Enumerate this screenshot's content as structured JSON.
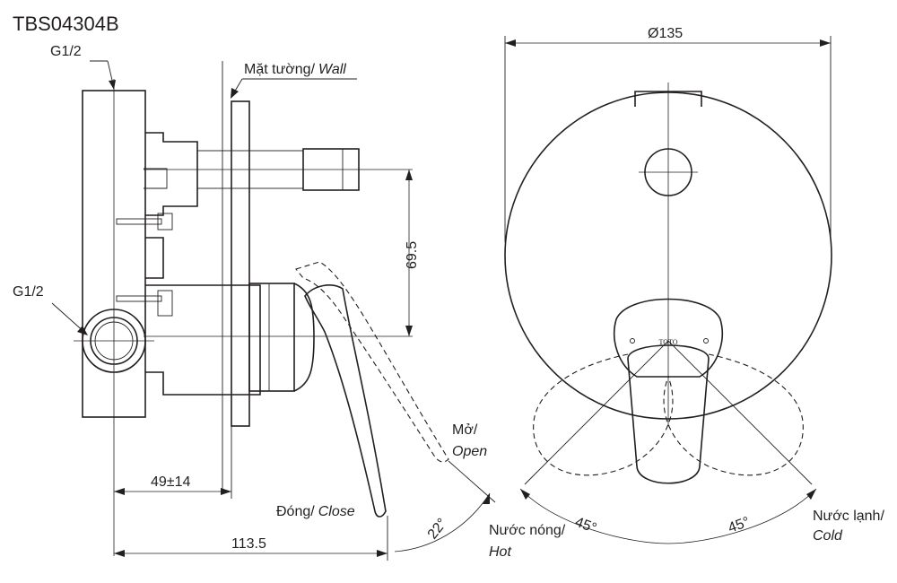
{
  "model": "TBS04304B",
  "side_view": {
    "top_inlet": "G1/2",
    "side_inlet": "G1/2",
    "wall_label_vi": "Mặt tường/",
    "wall_label_en": "Wall",
    "dim_vertical": "69.5",
    "dim_depth": "49±14",
    "dim_total": "113.5",
    "open_label_vi": "Mở/",
    "open_label_en": "Open",
    "close_label_vi": "Đóng/",
    "close_label_en": "Close",
    "angle": "22°"
  },
  "front_view": {
    "diameter": "Ø135",
    "brand": "TOTO",
    "hot_vi": "Nước nóng/",
    "hot_en": "Hot",
    "cold_vi": "Nước lạnh/",
    "cold_en": "Cold",
    "angle_left": "45°",
    "angle_right": "45°"
  }
}
